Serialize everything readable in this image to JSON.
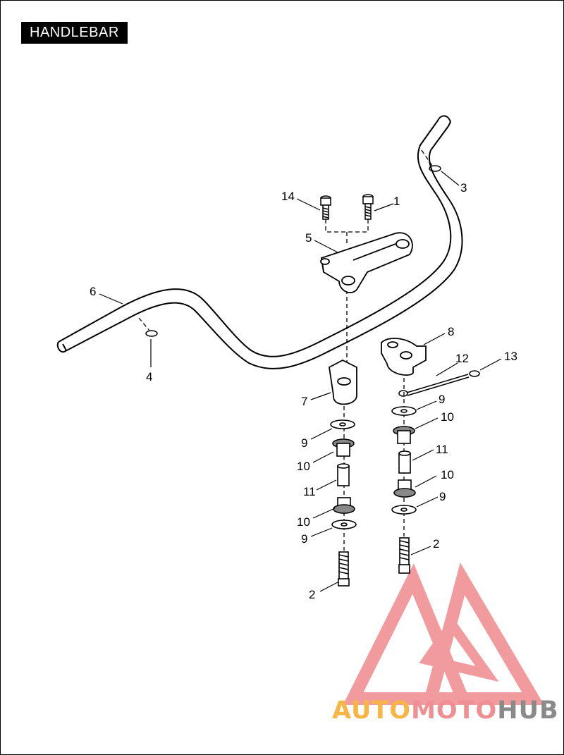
{
  "title": "HANDLEBAR",
  "callouts": {
    "c1": "1",
    "c14": "14",
    "c3": "3",
    "c5": "5",
    "c6": "6",
    "c4": "4",
    "c8": "8",
    "c12": "12",
    "c13": "13",
    "c7": "7",
    "c9a": "9",
    "c9b": "9",
    "c9c": "9",
    "c9d": "9",
    "c10a": "10",
    "c10b": "10",
    "c10c": "10",
    "c10d": "10",
    "c11a": "11",
    "c11b": "11",
    "c2a": "2",
    "c2b": "2"
  },
  "watermark": {
    "part1": "AUTO",
    "part2": "MOTO",
    "part3": "HUB",
    "colors": {
      "orange": "#f7b545",
      "pink": "#ef8f93",
      "gray": "#8a8a8a"
    }
  }
}
